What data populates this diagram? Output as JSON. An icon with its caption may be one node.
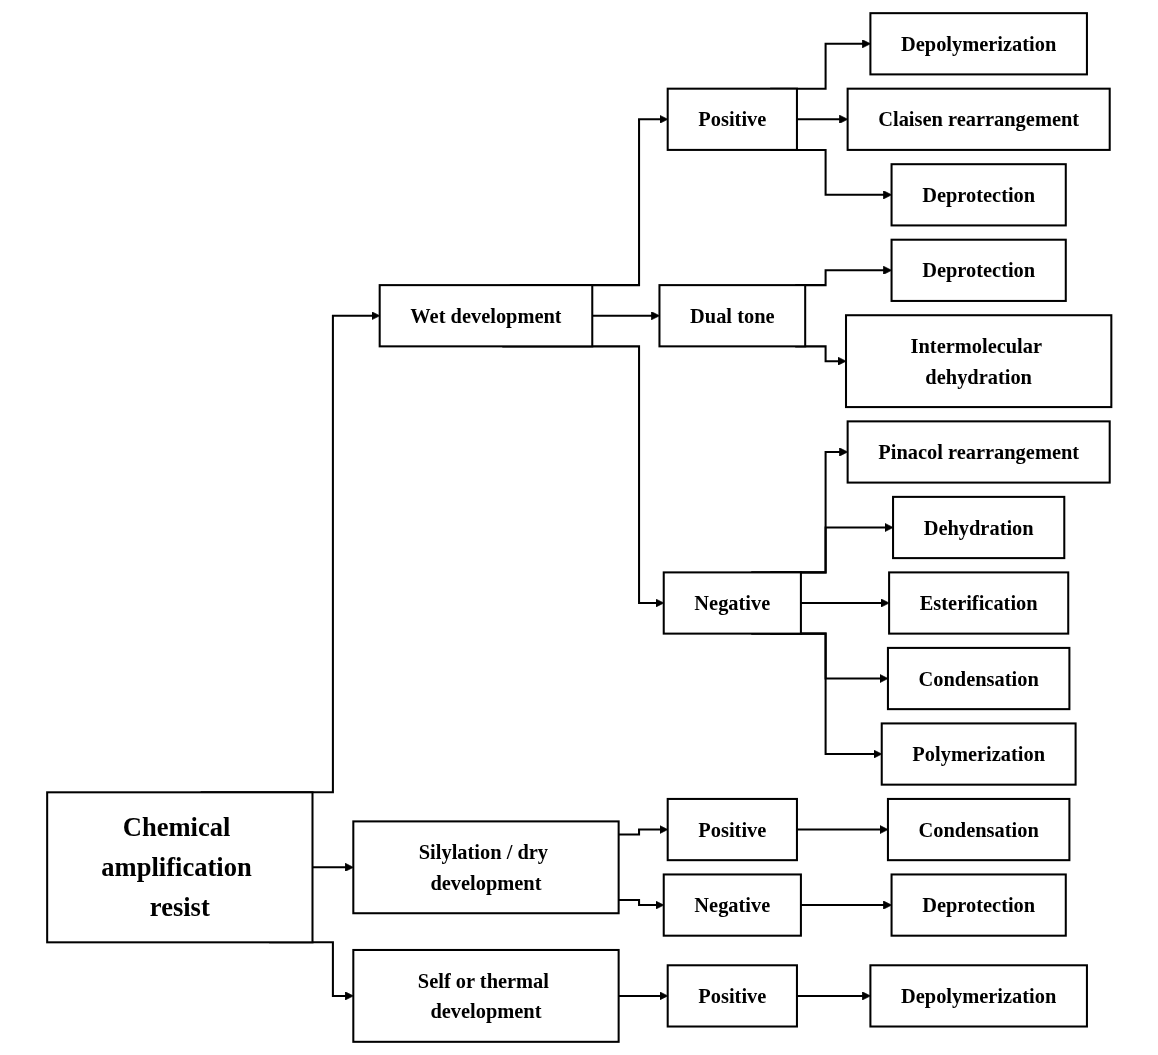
{
  "diagram": {
    "nodes": [
      {
        "text": [
          "Chemical amplification resist"
        ]
      },
      {
        "text": [
          "Wet development"
        ]
      },
      {
        "text": [
          "Positive"
        ]
      },
      {
        "text": [
          "Depolymerization"
        ]
      },
      {
        "text": [
          "Claisen rearrangement"
        ]
      },
      {
        "text": [
          "Deprotection"
        ]
      },
      {
        "text": [
          "Dual tone"
        ]
      },
      {
        "text": [
          "Deprotection"
        ]
      },
      {
        "text": [
          "Intermolecular dehydration"
        ]
      },
      {
        "text": [
          "Negative"
        ]
      },
      {
        "text": [
          "Pinacol rearrangement"
        ]
      },
      {
        "text": [
          "Dehydration"
        ]
      },
      {
        "text": [
          "Esterification"
        ]
      },
      {
        "text": [
          "Condensation"
        ]
      },
      {
        "text": [
          "Polymerization"
        ]
      },
      {
        "text": [
          "Silylation / dry development"
        ]
      },
      {
        "text": [
          "Positive"
        ]
      },
      {
        "text": [
          "Condensation"
        ]
      },
      {
        "text": [
          "Negative"
        ]
      },
      {
        "text": [
          "Deprotection"
        ]
      },
      {
        "text": [
          "Self or thermal development"
        ]
      },
      {
        "text": [
          "Positive"
        ]
      },
      {
        "text": [
          "Depolymerization"
        ]
      }
    ],
    "edges": [
      {
        "from": 0,
        "to": 1,
        "arrow": "to"
      },
      {
        "from": 0,
        "to": 15,
        "arrow": "to"
      },
      {
        "from": 0,
        "to": 20,
        "arrow": "to"
      },
      {
        "from": 1,
        "to": 2,
        "arrow": "to"
      },
      {
        "from": 2,
        "to": 3,
        "arrow": "to"
      },
      {
        "from": 2,
        "to": 4,
        "arrow": "to"
      },
      {
        "from": 2,
        "to": 5,
        "arrow": "to"
      },
      {
        "from": 1,
        "to": 6,
        "arrow": "to"
      },
      {
        "from": 6,
        "to": 7,
        "arrow": "to"
      },
      {
        "from": 6,
        "to": 8,
        "arrow": "to"
      },
      {
        "from": 1,
        "to": 9,
        "arrow": "to"
      },
      {
        "from": 9,
        "to": 10,
        "arrow": "to"
      },
      {
        "from": 9,
        "to": 11,
        "arrow": "to"
      },
      {
        "from": 9,
        "to": 12,
        "arrow": "to"
      },
      {
        "from": 9,
        "to": 13,
        "arrow": "to"
      },
      {
        "from": 9,
        "to": 14,
        "arrow": "to"
      },
      {
        "from": 15,
        "to": 16,
        "arrow": "to"
      },
      {
        "from": 16,
        "to": 17,
        "arrow": "to"
      },
      {
        "from": 15,
        "to": 18,
        "arrow": "to"
      },
      {
        "from": 18,
        "to": 19,
        "arrow": "to"
      },
      {
        "from": 20,
        "to": 21,
        "arrow": "to"
      },
      {
        "from": 21,
        "to": 22,
        "arrow": "to"
      }
    ]
  }
}
